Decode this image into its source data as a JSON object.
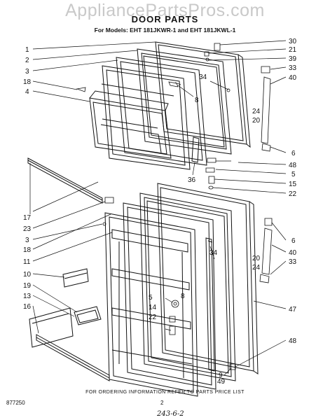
{
  "header": {
    "watermark": "AppliancePartsPros.com",
    "title": "DOOR PARTS",
    "models_line": "For Models: EHT 181JKWR-1 and EHT 181JKWL-1"
  },
  "footer": {
    "ordering_note": "FOR ORDERING INFORMATION REFER TO PARTS PRICE LIST",
    "doc_number": "877250",
    "page_number": "2",
    "handwritten_note": "243-6-2"
  },
  "callouts_left": [
    "1",
    "2",
    "3",
    "18",
    "4",
    "17",
    "23",
    "3",
    "18",
    "11",
    "10",
    "19",
    "13",
    "16"
  ],
  "callouts_right_upper": [
    "30",
    "21",
    "39",
    "33",
    "40",
    "24",
    "20",
    "6",
    "48",
    "5",
    "15",
    "22"
  ],
  "callouts_right_lower": [
    "6",
    "40",
    "20",
    "24",
    "33",
    "47",
    "48",
    "49"
  ],
  "callouts_inner": [
    "34",
    "8",
    "36",
    "34",
    "5",
    "14",
    "22",
    "8",
    "9"
  ]
}
